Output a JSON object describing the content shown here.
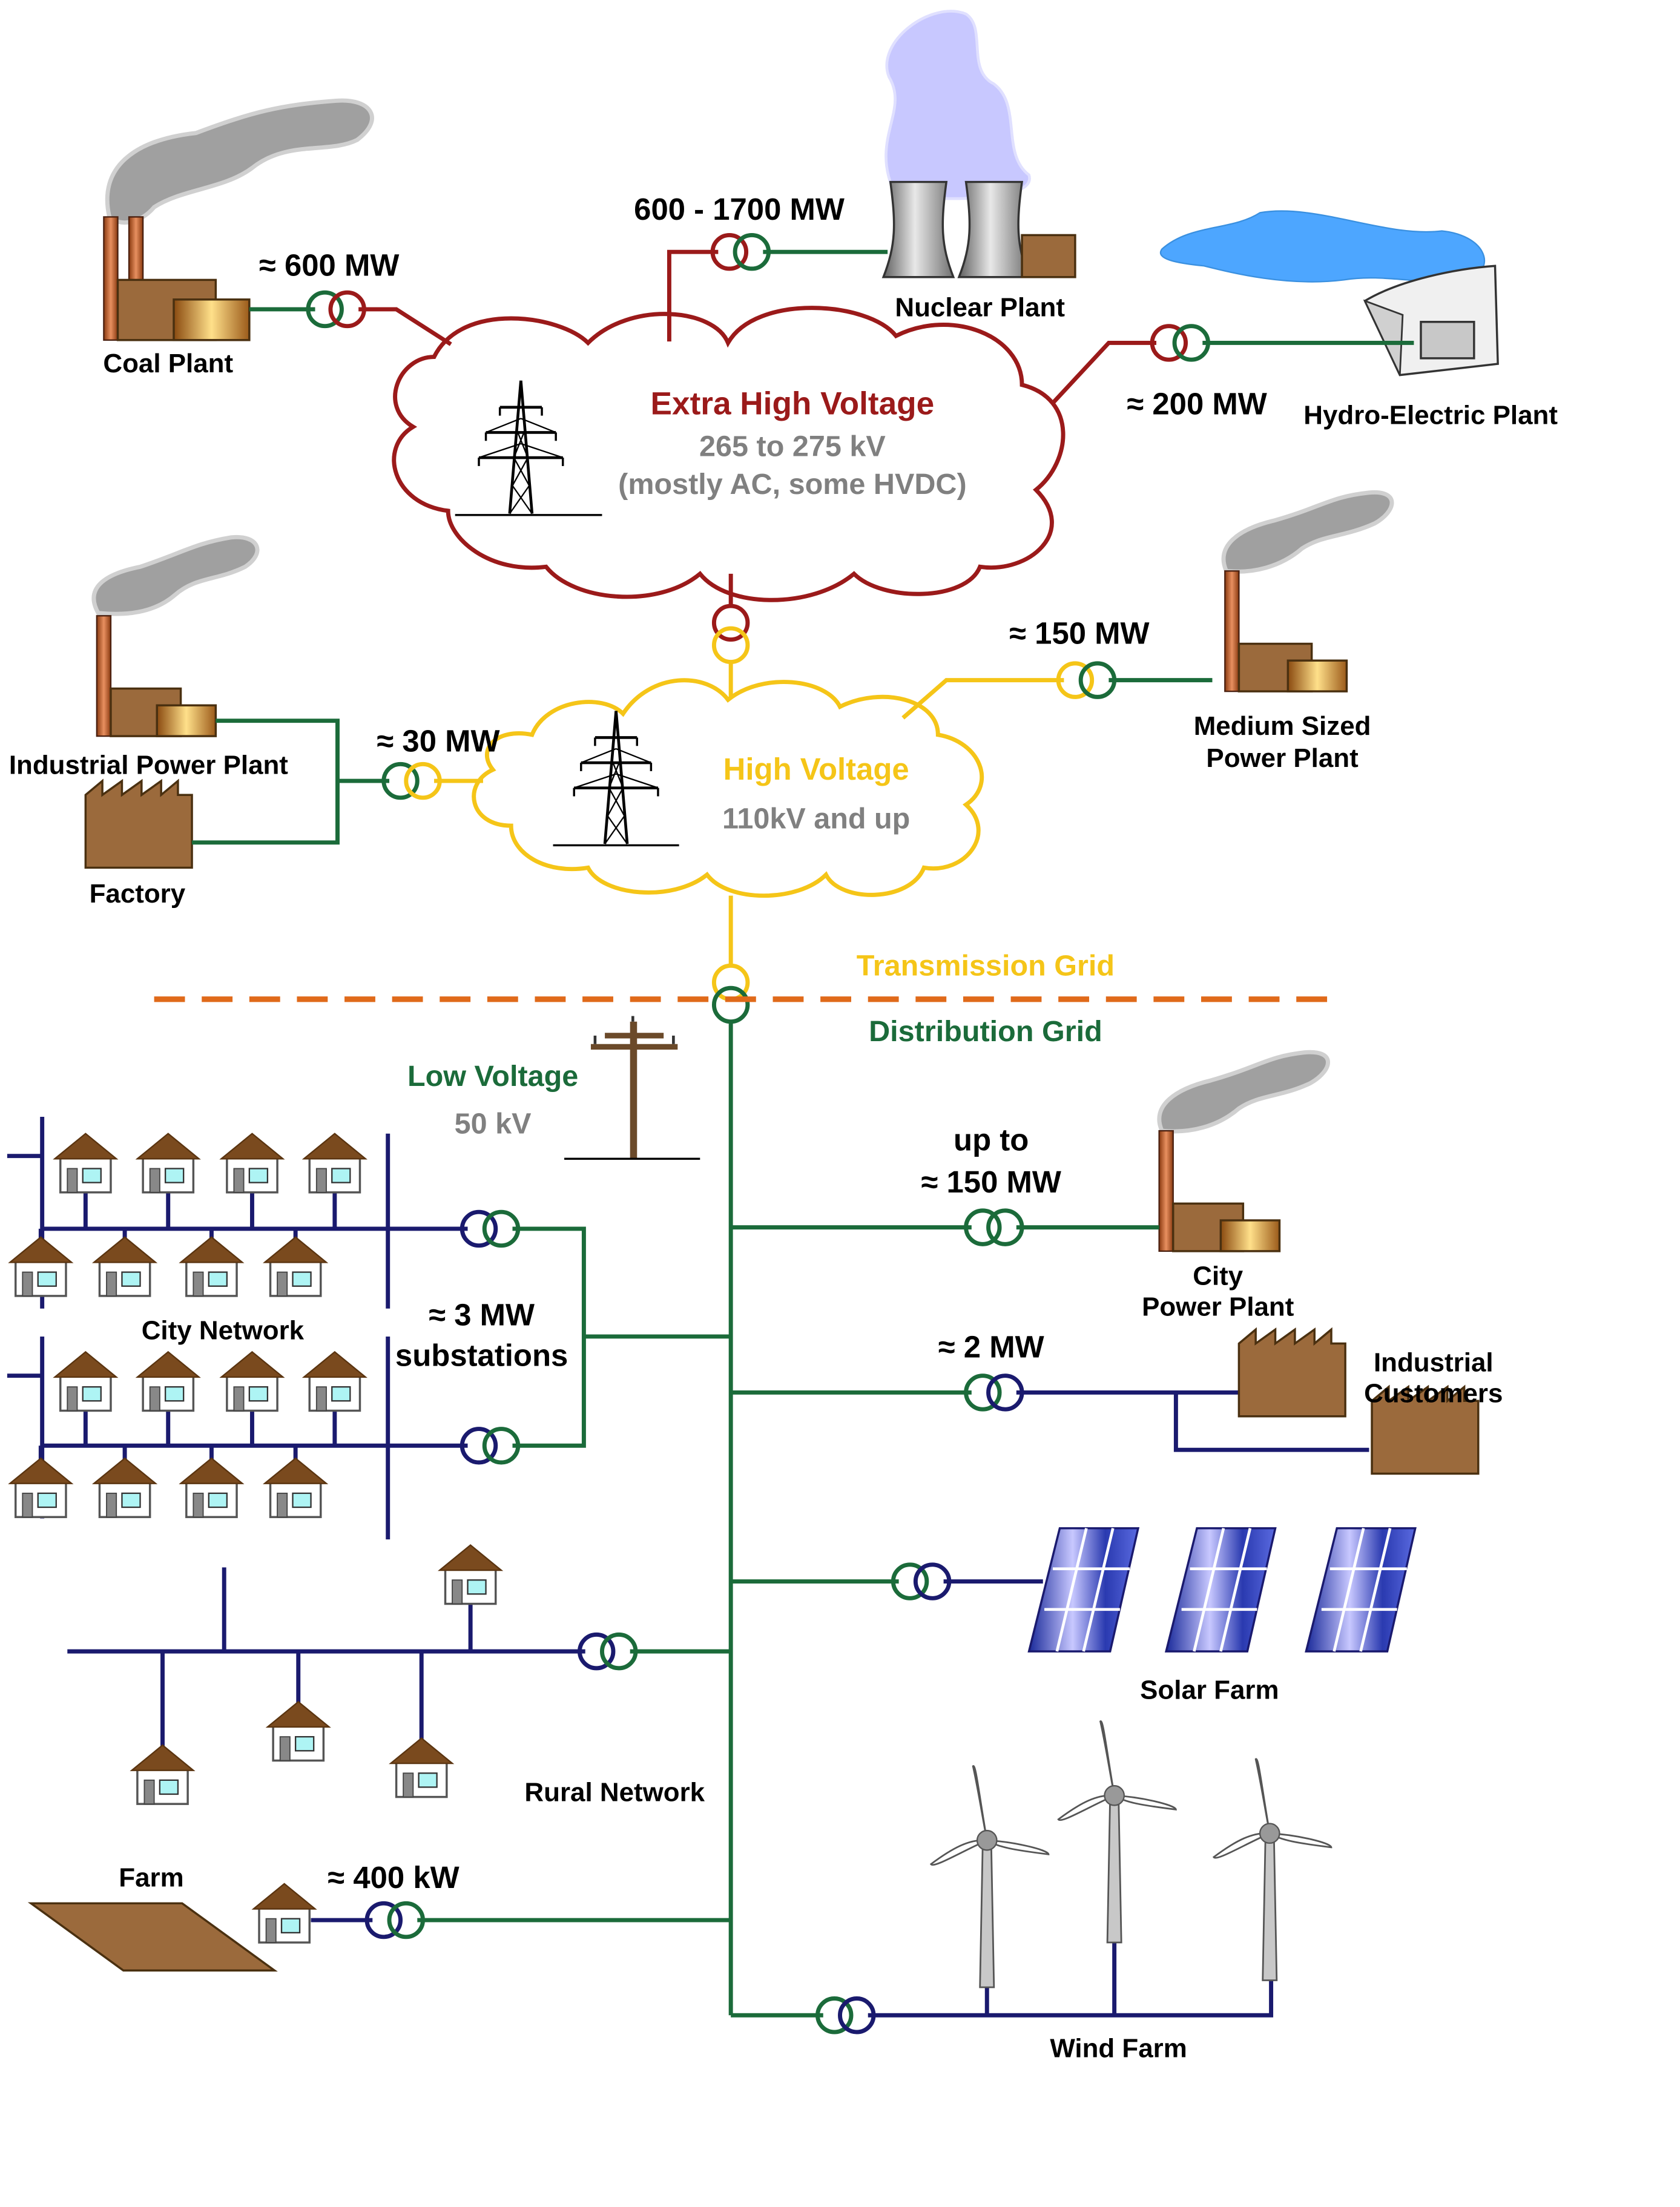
{
  "colors": {
    "extra_high_voltage": "#9b1a1a",
    "high_voltage": "#f5c518",
    "distribution": "#1b6b3a",
    "low_voltage": "#1a1a6e",
    "grey_text": "#808080",
    "boundary": "#e06a1a",
    "building": "#9b6a3c",
    "chimney": "#c9703c",
    "smoke": "#a0a0a0",
    "steam": "#c8c8ff",
    "water": "#4da6ff",
    "solar_panel": "#2f4fd6"
  },
  "icons": [
    "transmission-tower-icon",
    "utility-pole-icon",
    "house-icon",
    "factory-icon",
    "cooling-tower-icon",
    "chimney-icon",
    "smoke-icon",
    "dam-icon",
    "solar-panel-icon",
    "wind-turbine-icon",
    "transformer-icon",
    "farm-field-icon"
  ],
  "clouds": {
    "ehv_title": "Extra High Voltage",
    "ehv_range": "265 to 275 kV",
    "ehv_note": "(mostly AC, some HVDC)",
    "hv_title": "High Voltage",
    "hv_range": "110kV and up"
  },
  "grid": {
    "transmission": "Transmission Grid",
    "distribution": "Distribution Grid",
    "low_voltage_title": "Low Voltage",
    "low_voltage_value": "50 kV"
  },
  "plants": {
    "coal": "Coal Plant",
    "coal_mw": "≈ 600  MW",
    "nuclear": "Nuclear Plant",
    "nuclear_mw": "600 - 1700  MW",
    "hydro": "Hydro-Electric Plant",
    "hydro_mw": "≈ 200  MW",
    "industrial_plant": "Industrial Power Plant",
    "factory": "Factory",
    "industrial_mw": "≈ 30 MW",
    "medium_line1": "Medium Sized",
    "medium_line2": "Power Plant",
    "medium_mw": "≈ 150  MW",
    "city_plant_line1": "City",
    "city_plant_line2": "Power Plant",
    "city_plant_mw_line1": "up to",
    "city_plant_mw_line2": "≈ 150  MW"
  },
  "consumers": {
    "city_network": "City Network",
    "substations_line1": "≈ 3  MW",
    "substations_line2": "substations",
    "industrial_customers_line1": "Industrial",
    "industrial_customers_line2": "Customers",
    "industrial_customers_mw": "≈ 2  MW",
    "solar_farm": "Solar Farm",
    "rural_network": "Rural Network",
    "farm": "Farm",
    "farm_kw": "≈ 400 kW",
    "wind_farm": "Wind Farm"
  }
}
